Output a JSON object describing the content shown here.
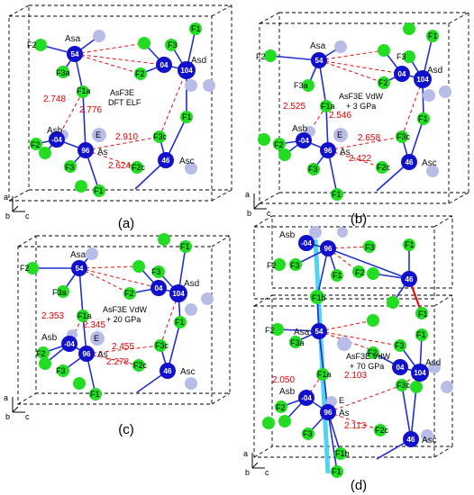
{
  "colors": {
    "fluorine": "#22dd22",
    "arsenic": "#1111cc",
    "lone_pair": "#b8bde8",
    "bond": "#1f2fcf",
    "contact": "#e01010",
    "box": "#000000",
    "distance_text": "#e00000",
    "highlight": "#33ccee"
  },
  "axes": {
    "a": "a",
    "b": "b",
    "c": "c"
  },
  "panels": [
    {
      "id": "a",
      "label": "(a)",
      "caption_lines": [
        "AsF3E",
        "DFT ELF"
      ],
      "distances": [
        "2.748",
        "2.776",
        "2.910",
        "2.624"
      ],
      "atoms": {
        "Asa": "Asa",
        "Asb": "Asb",
        "As": "As",
        "Asc": "Asc",
        "Asd": "Asd",
        "F1": "F1",
        "F2": "F2",
        "F3": "F3",
        "F1a": "F1a",
        "F3a": "F3a",
        "F3c": "F3c",
        "F2c": "F2c",
        "E": "E"
      },
      "numbers": [
        "54",
        "04",
        "104",
        "-04",
        "96",
        "46"
      ]
    },
    {
      "id": "b",
      "label": "(b)",
      "caption_lines": [
        "AsF3E VdW",
        "+ 3 GPa"
      ],
      "distances": [
        "2.525",
        "2.546",
        "2.658",
        "2.422"
      ],
      "atoms": {
        "Asa": "Asa",
        "Asb": "Asb",
        "As": "As",
        "Asc": "Asc",
        "Asd": "Asd",
        "F1": "F1",
        "F2": "F2",
        "F3": "F3",
        "F1a": "F1a",
        "F3a": "F3a",
        "F3c": "F3c",
        "F2c": "F2c",
        "E": "E"
      },
      "numbers": [
        "54",
        "04",
        "104",
        "-04",
        "96",
        "46"
      ]
    },
    {
      "id": "c",
      "label": "(c)",
      "caption_lines": [
        "AsF3E VdW",
        "+ 20 GPa"
      ],
      "distances": [
        "2.353",
        "2.345",
        "2.455",
        "2.278"
      ],
      "atoms": {
        "Asa": "Asa",
        "Asb": "Asb",
        "As": "As",
        "Asc": "Asc",
        "Asd": "Asd",
        "F1": "F1",
        "F2": "F2",
        "F3": "F3",
        "F1a": "F1a",
        "F3a": "F3a",
        "F3c": "F3c",
        "F2c": "F2c",
        "E": "E"
      },
      "numbers": [
        "54",
        "04",
        "104",
        "-04",
        "96",
        "46"
      ]
    },
    {
      "id": "d",
      "label": "(d)",
      "caption_lines": [
        "AsF3E VdW",
        "+ 70 GPa"
      ],
      "distances": [
        "2.050",
        "2.103",
        "2.113"
      ],
      "atoms": {
        "Asa": "Asa",
        "Asb": "Asb",
        "As": "As",
        "Asc": "Asc",
        "Asd": "Asd",
        "F1": "F1",
        "F2": "F2",
        "F3": "F3",
        "F1a": "F1a",
        "F3a": "F3a",
        "F3c": "F3c",
        "F2c": "F2c",
        "E": "E",
        "F1b": "F1b"
      },
      "numbers": [
        "54",
        "04",
        "104",
        "-04",
        "96",
        "46"
      ]
    }
  ]
}
